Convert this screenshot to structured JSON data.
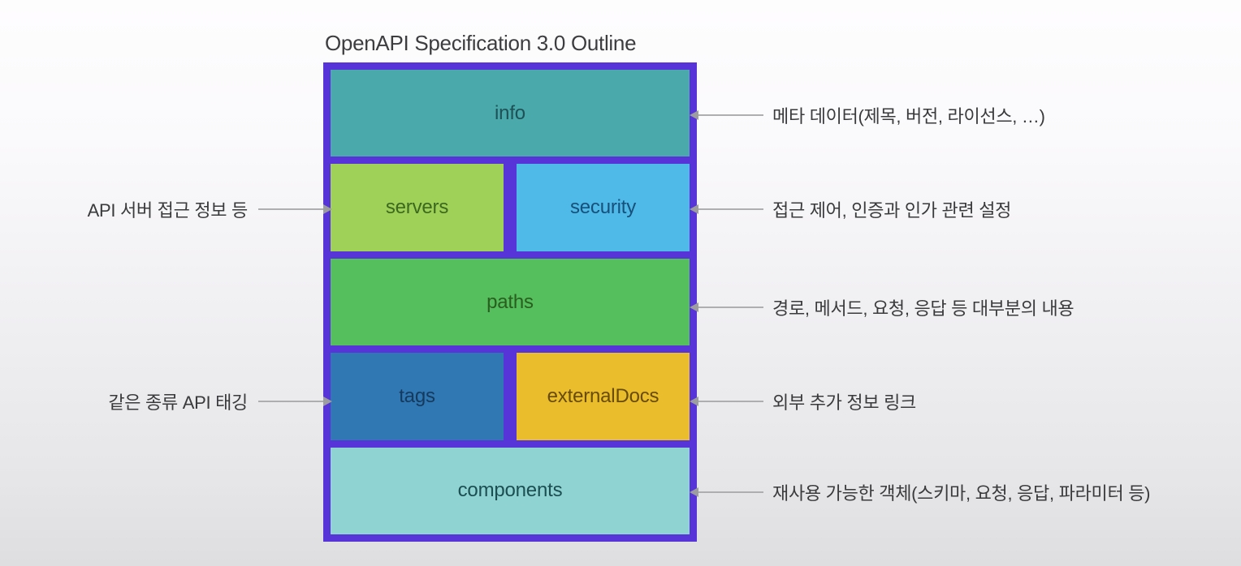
{
  "title": "OpenAPI Specification 3.0 Outline",
  "diagram": {
    "outline_color": "#5634d8",
    "blocks": {
      "info": {
        "label": "info",
        "fill": "#4aa9ab"
      },
      "servers": {
        "label": "servers",
        "fill": "#9fd158"
      },
      "security": {
        "label": "security",
        "fill": "#4fb9e8"
      },
      "paths": {
        "label": "paths",
        "fill": "#55bf5e"
      },
      "tags": {
        "label": "tags",
        "fill": "#2f78b3"
      },
      "externalDocs": {
        "label": "externalDocs",
        "fill": "#eabd2d"
      },
      "components": {
        "label": "components",
        "fill": "#8fd3d3"
      }
    }
  },
  "annotations": {
    "left": [
      {
        "text": "API 서버 접근 정보 등",
        "target": "servers"
      },
      {
        "text": "같은 종류 API 태깅",
        "target": "tags"
      }
    ],
    "right": [
      {
        "text": "메타 데이터(제목, 버전, 라이선스, …)",
        "target": "info"
      },
      {
        "text": "접근 제어, 인증과 인가 관련 설정",
        "target": "security"
      },
      {
        "text": "경로, 메서드, 요청, 응답 등 대부분의 내용",
        "target": "paths"
      },
      {
        "text": "외부 추가 정보 링크",
        "target": "externalDocs"
      },
      {
        "text": "재사용 가능한 객체(스키마, 요청, 응답, 파라미터 등)",
        "target": "components"
      }
    ]
  },
  "arrow_color": "#aeaeb1"
}
